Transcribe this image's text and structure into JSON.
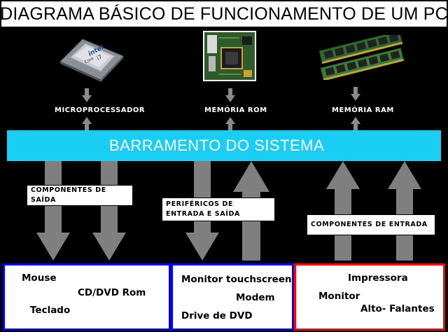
{
  "title": "DIAGRAMA BÁSICO DE FUNCIONAMENTO DE UM PC",
  "components": {
    "cpu": {
      "label": "MICROPROCESSADOR",
      "chip_brand": "intel",
      "chip_line1": "Core",
      "chip_line2": "i7"
    },
    "rom": {
      "label": "MEMÓRIA ROM"
    },
    "ram": {
      "label": "MEMÓRIA RAM"
    }
  },
  "bus_label": "BARRAMENTO DO SISTEMA",
  "connections": {
    "output": "COMPONENTES DE SAÍDA",
    "io": "PERIFÉRICOS DE ENTRADA E SAÍDA",
    "input": "COMPONENTES DE ENTRADA"
  },
  "groups": {
    "output": {
      "items": [
        "Mouse",
        "CD/DVD Rom",
        "Teclado"
      ],
      "border_color": "#0000ff"
    },
    "io": {
      "items": [
        "Monitor touchscreen",
        "Modem",
        "Drive de DVD"
      ],
      "border_color": "#0000ff"
    },
    "input": {
      "items": [
        "Impressora",
        "Monitor",
        "Alto- Falantes"
      ],
      "border_color": "#ff0000"
    }
  },
  "colors": {
    "background": "#000000",
    "bus": "#19cdf3",
    "arrow": "#7f7f7f"
  }
}
